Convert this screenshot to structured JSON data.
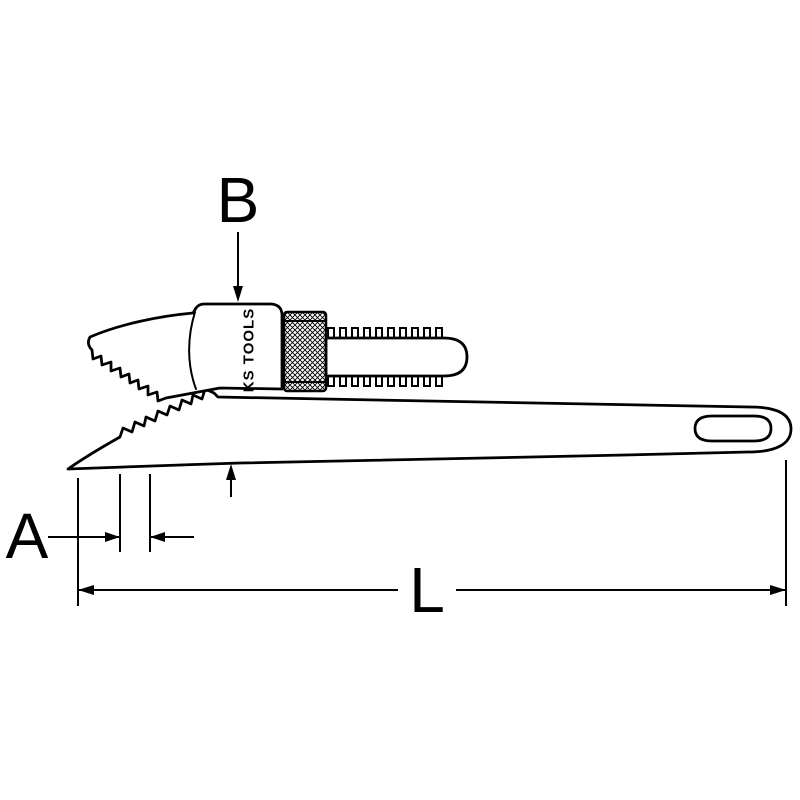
{
  "diagram": {
    "brand": "KS TOOLS",
    "dimensions": {
      "a_label": "A",
      "b_label": "B",
      "l_label": "L"
    },
    "colors": {
      "line": "#000000",
      "background": "#ffffff"
    }
  }
}
